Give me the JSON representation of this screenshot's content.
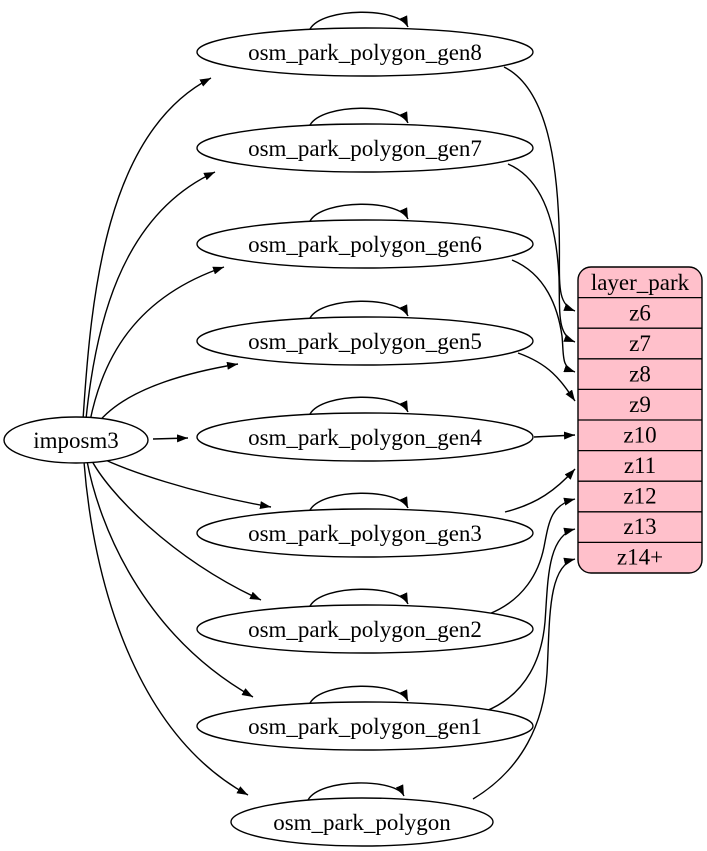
{
  "diagram": {
    "type": "graph",
    "background_color": "#ffffff",
    "edge_color": "#000000",
    "source_node": {
      "id": "imposm3",
      "label": "imposm3",
      "fill": "#ffffff"
    },
    "table_nodes": [
      {
        "id": "osm_park_polygon_gen8",
        "label": "osm_park_polygon_gen8"
      },
      {
        "id": "osm_park_polygon_gen7",
        "label": "osm_park_polygon_gen7"
      },
      {
        "id": "osm_park_polygon_gen6",
        "label": "osm_park_polygon_gen6"
      },
      {
        "id": "osm_park_polygon_gen5",
        "label": "osm_park_polygon_gen5"
      },
      {
        "id": "osm_park_polygon_gen4",
        "label": "osm_park_polygon_gen4"
      },
      {
        "id": "osm_park_polygon_gen3",
        "label": "osm_park_polygon_gen3"
      },
      {
        "id": "osm_park_polygon_gen2",
        "label": "osm_park_polygon_gen2"
      },
      {
        "id": "osm_park_polygon_gen1",
        "label": "osm_park_polygon_gen1"
      },
      {
        "id": "osm_park_polygon",
        "label": "osm_park_polygon"
      }
    ],
    "layer_node": {
      "id": "layer_park",
      "header": "layer_park",
      "fill": "#ffc0cb",
      "border_color": "#000000",
      "rows": [
        "z6",
        "z7",
        "z8",
        "z9",
        "z10",
        "z11",
        "z12",
        "z13",
        "z14+"
      ]
    },
    "edges": [
      {
        "from": "imposm3",
        "to": "osm_park_polygon_gen8"
      },
      {
        "from": "imposm3",
        "to": "osm_park_polygon_gen7"
      },
      {
        "from": "imposm3",
        "to": "osm_park_polygon_gen6"
      },
      {
        "from": "imposm3",
        "to": "osm_park_polygon_gen5"
      },
      {
        "from": "imposm3",
        "to": "osm_park_polygon_gen4"
      },
      {
        "from": "imposm3",
        "to": "osm_park_polygon_gen3"
      },
      {
        "from": "imposm3",
        "to": "osm_park_polygon_gen2"
      },
      {
        "from": "imposm3",
        "to": "osm_park_polygon_gen1"
      },
      {
        "from": "imposm3",
        "to": "osm_park_polygon"
      },
      {
        "from": "osm_park_polygon_gen8",
        "to": "osm_park_polygon_gen8",
        "self_loop": true
      },
      {
        "from": "osm_park_polygon_gen7",
        "to": "osm_park_polygon_gen7",
        "self_loop": true
      },
      {
        "from": "osm_park_polygon_gen6",
        "to": "osm_park_polygon_gen6",
        "self_loop": true
      },
      {
        "from": "osm_park_polygon_gen5",
        "to": "osm_park_polygon_gen5",
        "self_loop": true
      },
      {
        "from": "osm_park_polygon_gen4",
        "to": "osm_park_polygon_gen4",
        "self_loop": true
      },
      {
        "from": "osm_park_polygon_gen3",
        "to": "osm_park_polygon_gen3",
        "self_loop": true
      },
      {
        "from": "osm_park_polygon_gen2",
        "to": "osm_park_polygon_gen2",
        "self_loop": true
      },
      {
        "from": "osm_park_polygon_gen1",
        "to": "osm_park_polygon_gen1",
        "self_loop": true
      },
      {
        "from": "osm_park_polygon",
        "to": "osm_park_polygon",
        "self_loop": true
      },
      {
        "from": "osm_park_polygon_gen8",
        "to": "layer_park:z6"
      },
      {
        "from": "osm_park_polygon_gen7",
        "to": "layer_park:z7"
      },
      {
        "from": "osm_park_polygon_gen6",
        "to": "layer_park:z8"
      },
      {
        "from": "osm_park_polygon_gen5",
        "to": "layer_park:z9"
      },
      {
        "from": "osm_park_polygon_gen4",
        "to": "layer_park:z10"
      },
      {
        "from": "osm_park_polygon_gen3",
        "to": "layer_park:z11"
      },
      {
        "from": "osm_park_polygon_gen2",
        "to": "layer_park:z12"
      },
      {
        "from": "osm_park_polygon_gen1",
        "to": "layer_park:z13"
      },
      {
        "from": "osm_park_polygon",
        "to": "layer_park:z14+"
      }
    ]
  }
}
